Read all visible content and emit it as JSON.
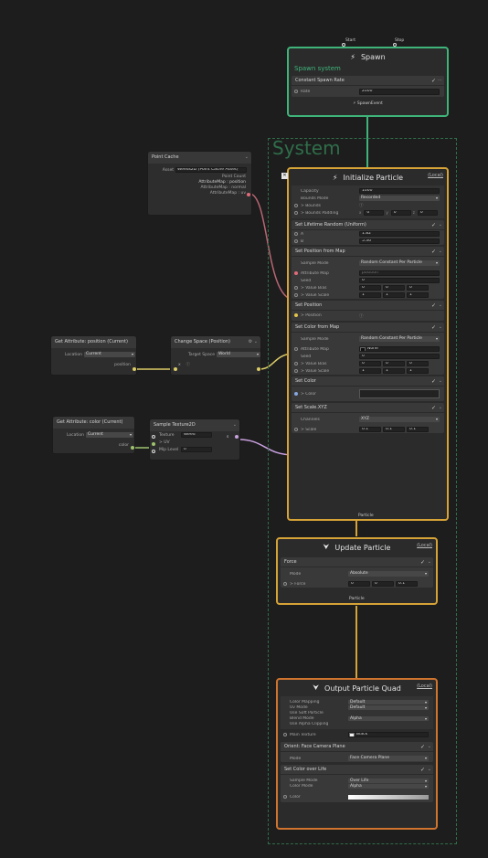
{
  "system": {
    "title": "System"
  },
  "spawn": {
    "title": "Spawn",
    "flow_start": "Start",
    "flow_stop": "Stop",
    "label": "Spawn system",
    "block_title": "Constant Spawn Rate",
    "rate_label": "Rate",
    "rate_value": "2000",
    "output": "SpawnEvent"
  },
  "init": {
    "title": "Initialize Particle",
    "space": "(Local)",
    "capacity_label": "Capacity",
    "capacity_value": "1000",
    "bounds_label": "Bounds Mode",
    "bounds_value": "Recorded",
    "bounds_row": "> Bounds",
    "padding_row": "> Bounds Padding",
    "padding_x": "0",
    "padding_y": "0",
    "padding_z": "0",
    "set_lifetime_title": "Set Lifetime Random (Uniform)",
    "a_label": "A",
    "a_value": "1.82",
    "b_label": "B",
    "b_value": "5.36",
    "set_pos_map_title": "Set Position from Map",
    "sample_mode_label": "Sample Mode",
    "sample_mode_value": "Random Constant Per Particle",
    "attr_map_label": "Attribute Map",
    "attr_map_value": "position",
    "seed_label": "Seed",
    "seed_value": "0",
    "value_bias_label": "> Value Bias",
    "bias_x": "0",
    "bias_y": "0",
    "bias_z": "0",
    "value_scale_label": "> Value Scale",
    "scale_x": "1",
    "scale_y": "1",
    "scale_z": "1",
    "set_pos_title": "Set Position",
    "position_label": "> Position",
    "set_color_map_title": "Set Color from Map",
    "color_sample_mode_value": "Random Constant Per Particle",
    "color_attr_map_label": "Attribute Map",
    "color_attr_map_value": "None",
    "color_seed_value": "0",
    "color_bias_x": "0",
    "color_bias_y": "0",
    "color_bias_z": "0",
    "color_scale_x": "1",
    "color_scale_y": "1",
    "color_scale_z": "1",
    "set_color_title": "Set Color",
    "color_label": "> Color",
    "set_scale_title": "Set Scale.XYZ",
    "channels_label": "Channels",
    "channels_value": "XYZ",
    "scale_label": "> Scale",
    "sxyz_x": "0.1",
    "sxyz_y": "0.1",
    "sxyz_z": "0.1",
    "output": "Particle"
  },
  "update": {
    "title": "Update Particle",
    "space": "(Local)",
    "force_title": "Force",
    "mode_label": "Mode",
    "mode_value": "Absolute",
    "force_label": "> Force",
    "force_x": "0",
    "force_y": "0",
    "force_z": "0.1",
    "output": "Particle"
  },
  "output": {
    "title": "Output Particle Quad",
    "space": "(Local)",
    "color_mapping_label": "Color Mapping",
    "color_mapping_value": "Default",
    "uv_mode_label": "Uv Mode",
    "uv_mode_value": "Default",
    "soft_particle_label": "Use Soft Particle",
    "blend_mode_label": "Blend Mode",
    "blend_mode_value": "Alpha",
    "alpha_clip_label": "Use Alpha Clipping",
    "main_texture_label": "Main Texture",
    "main_texture_value": "Black",
    "orient_title": "Orient: Face Camera Plane",
    "orient_mode_label": "Mode",
    "orient_mode_value": "Face Camera Plane",
    "color_life_title": "Set Color over Life",
    "cl_sample_mode_label": "Sample Mode",
    "cl_sample_mode_value": "Over Life",
    "cl_color_mode_label": "Color Mode",
    "cl_color_mode_value": "Alpha",
    "cl_color_label": "Color"
  },
  "point_cache": {
    "title": "Point Cache",
    "asset_label": "Asset",
    "asset_value": "Weeds2D (Point Cache Asset)",
    "point_count": "Point Count",
    "map_position": "AttributeMap : position",
    "map_normal": "AttributeMap : normal",
    "map_uv": "AttributeMap : uv"
  },
  "get_pos": {
    "title": "Get Attribute: position (Current)",
    "location_label": "Location",
    "location_value": "Current",
    "out_label": "position"
  },
  "change_space": {
    "title": "Change Space (Position)",
    "target_label": "Target Space",
    "target_value": "World",
    "in_label": "x"
  },
  "get_color": {
    "title": "Get Attribute: color (Current)",
    "location_label": "Location",
    "location_value": "Current",
    "out_label": "color"
  },
  "sample_tex": {
    "title": "Sample Texture2D",
    "texture_label": "Texture",
    "texture_value": "Weed",
    "uv_label": "> UV",
    "mip_label": "Mip Level",
    "mip_value": "0",
    "out_label": "s"
  },
  "colors": {
    "spawn_border": "#3fb47a",
    "init_border": "#d6a336",
    "output_border": "#d0742e",
    "system_frame": "#2f6e4a"
  }
}
